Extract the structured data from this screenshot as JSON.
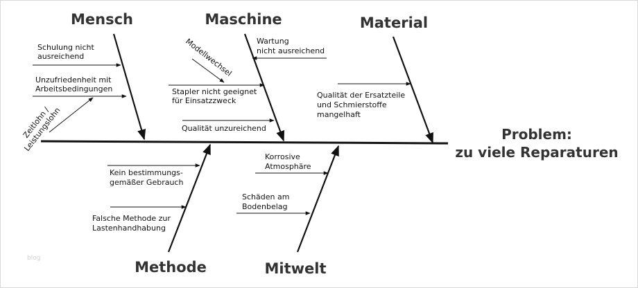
{
  "categories": {
    "mensch": "Mensch",
    "maschine": "Maschine",
    "material": "Material",
    "methode": "Methode",
    "mitwelt": "Mitwelt"
  },
  "problem": {
    "line1": "Problem:",
    "line2": "zu viele Reparaturen"
  },
  "causes": {
    "schulung_1": "Schulung nicht",
    "schulung_2": "ausreichend",
    "unzufrieden_1": "Unzufriedenheit mit",
    "unzufrieden_2": "Arbeitsbedingungen",
    "zeitlohn_1": "Zeitlohn /",
    "zeitlohn_2": "Leistungslohn",
    "modellwechsel": "Modellwechsel",
    "stapler_1": "Stapler nicht geeignet",
    "stapler_2": "für Einsatzzweck",
    "wartung_1": "Wartung",
    "wartung_2": "nicht ausreichend",
    "qualitaet_unz": "Qualität unzureichend",
    "ersatz_1": "Qualität der Ersatzteile",
    "ersatz_2": "und Schmierstoffe",
    "ersatz_3": "mangelhaft",
    "kein_1": "Kein bestimmungs-",
    "kein_2": "gemäßer Gebrauch",
    "falsch_1": "Falsche Methode zur",
    "falsch_2": "Lastenhandhabung",
    "korrosiv_1": "Korrosive",
    "korrosiv_2": "Atmosphäre",
    "schaeden_1": "Schäden am",
    "schaeden_2": "Bodenbelag"
  },
  "watermark": "blog"
}
